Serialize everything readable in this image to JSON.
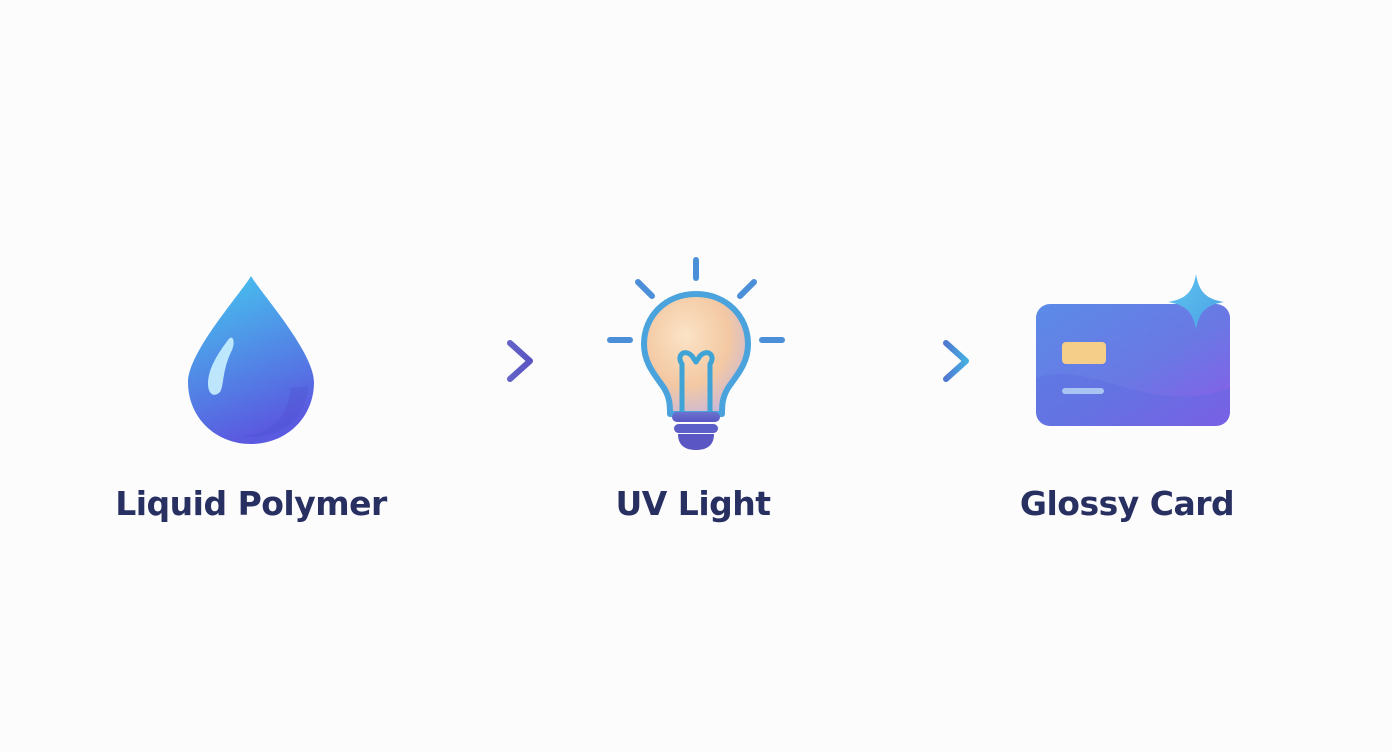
{
  "steps": [
    {
      "label": "Liquid Polymer",
      "icon": "water-drop-icon"
    },
    {
      "label": "UV Light",
      "icon": "light-bulb-icon"
    },
    {
      "label": "Glossy Card",
      "icon": "glossy-card-icon"
    }
  ],
  "connectors": [
    {
      "icon": "arrow-right-icon"
    },
    {
      "icon": "arrow-right-icon"
    }
  ],
  "colors": {
    "text": "#283061",
    "drop_top": "#45c9ef",
    "drop_bottom": "#5a5be0",
    "arrow_1": "#5d59c4",
    "arrow_2": "#48a6de",
    "bulb_outline": "#4aa3dc",
    "bulb_fill": "#f6cfa6",
    "bulb_base": "#5a58c6",
    "card_start": "#5b8be8",
    "card_end": "#8a5be8",
    "card_chip": "#f5cf8a",
    "sparkle": "#4fb7ea"
  }
}
